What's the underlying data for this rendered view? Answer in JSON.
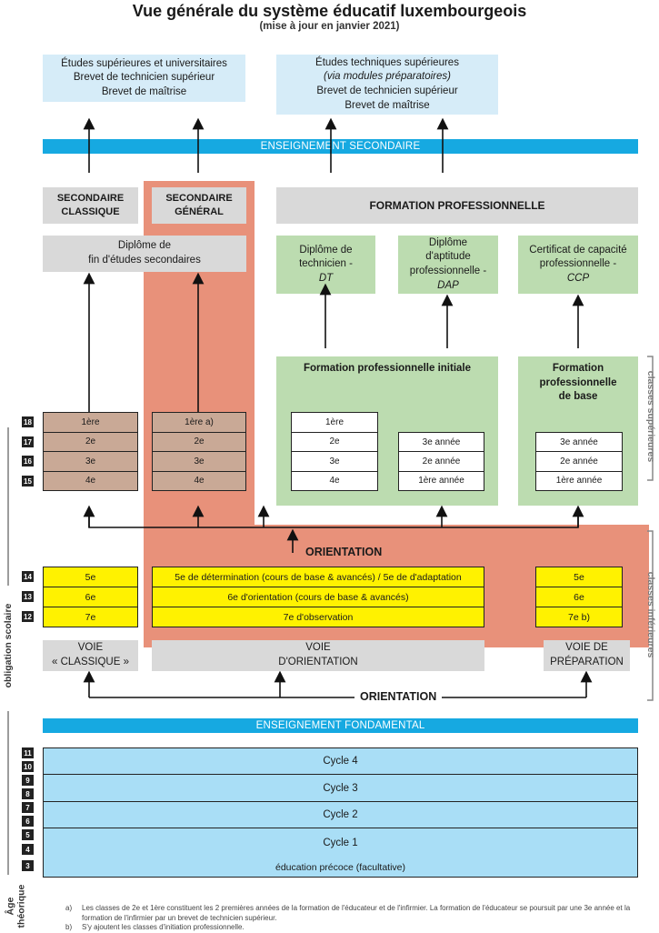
{
  "title": "Vue générale du système éducatif luxembourgeois",
  "subtitle": "(mise à jour en janvier 2021)",
  "top_boxes": {
    "left": "Études supérieures et universitaires\nBrevet de technicien supérieur\nBrevet de maîtrise",
    "right_line1": "Études techniques supérieures",
    "right_line2": "(via modules préparatoires)",
    "right_line3": "Brevet de technicien supérieur\nBrevet de maîtrise"
  },
  "bars": {
    "secondaire": "ENSEIGNEMENT SECONDAIRE",
    "fondamental": "ENSEIGNEMENT FONDAMENTAL"
  },
  "headers": {
    "classique": "SECONDAIRE\nCLASSIQUE",
    "general": "SECONDAIRE\nGÉNÉRAL",
    "formation": "FORMATION PROFESSIONNELLE"
  },
  "diplomas": {
    "secondaire": "Diplôme de\nfin d'études secondaires",
    "dt": "Diplôme de\ntechnicien -",
    "dt_abbr": "DT",
    "dap": "Diplôme\nd'aptitude\nprofessionnelle -",
    "dap_abbr": "DAP",
    "ccp": "Certificat de capacité\nprofessionnelle -",
    "ccp_abbr": "CCP"
  },
  "formation_initiale": "Formation professionnelle initiale",
  "formation_base": "Formation\nprofessionnelle\nde base",
  "classique_classes": [
    "1ère",
    "2e",
    "3e",
    "4e"
  ],
  "general_classes": [
    "1ère a)",
    "2e",
    "3e",
    "4e"
  ],
  "fpi_col1": [
    "1ère",
    "2e",
    "3e",
    "4e"
  ],
  "fpi_col2": [
    "3e année",
    "2e année",
    "1ère année"
  ],
  "fpb_col": [
    "3e année",
    "2e année",
    "1ère année"
  ],
  "ages_upper": [
    "18",
    "17",
    "16",
    "15"
  ],
  "orientation": "ORIENTATION",
  "lower_left": [
    "5e",
    "6e",
    "7e"
  ],
  "lower_mid": [
    "5e de détermination (cours de base & avancés) / 5e de d'adaptation",
    "6e d'orientation (cours de base & avancés)",
    "7e d'observation"
  ],
  "lower_right": [
    "5e",
    "6e",
    "7e b)"
  ],
  "ages_lower": [
    "14",
    "13",
    "12"
  ],
  "voies": {
    "classique": "VOIE\n« CLASSIQUE »",
    "orientation": "VOIE\nD'ORIENTATION",
    "preparation": "VOIE DE\nPRÉPARATION"
  },
  "cycles": [
    "Cycle 4",
    "Cycle 3",
    "Cycle 2",
    "Cycle 1",
    "éducation précoce (facultative)"
  ],
  "ages_fond": [
    "11",
    "10",
    "9",
    "8",
    "7",
    "6",
    "5",
    "4",
    "3"
  ],
  "side_labels": {
    "superieures": "classes supérieures",
    "inferieures": "classes inférieures",
    "obligation": "obligation scolaire",
    "age": "Âge\nthéorique"
  },
  "notes": {
    "a_label": "a)",
    "a_text": "Les classes de 2e et 1ère constituent les 2 premières années de la formation de l'éducateur et de l'infirmier. La formation de l'éducateur se poursuit par une 3e année et la formation de l'infirmier par un brevet de technicien supérieur.",
    "b_label": "b)",
    "b_text": "S'y ajoutent les classes d'initiation professionnelle."
  },
  "colors": {
    "bar_blue": "#16a9e1",
    "light_blue": "#d6ecf8",
    "cycle_blue": "#a9def6",
    "salmon": "#e8917a",
    "green": "#bcdcb0",
    "gray": "#d9d9d9",
    "brown": "#c9a996",
    "yellow": "#fff200"
  }
}
